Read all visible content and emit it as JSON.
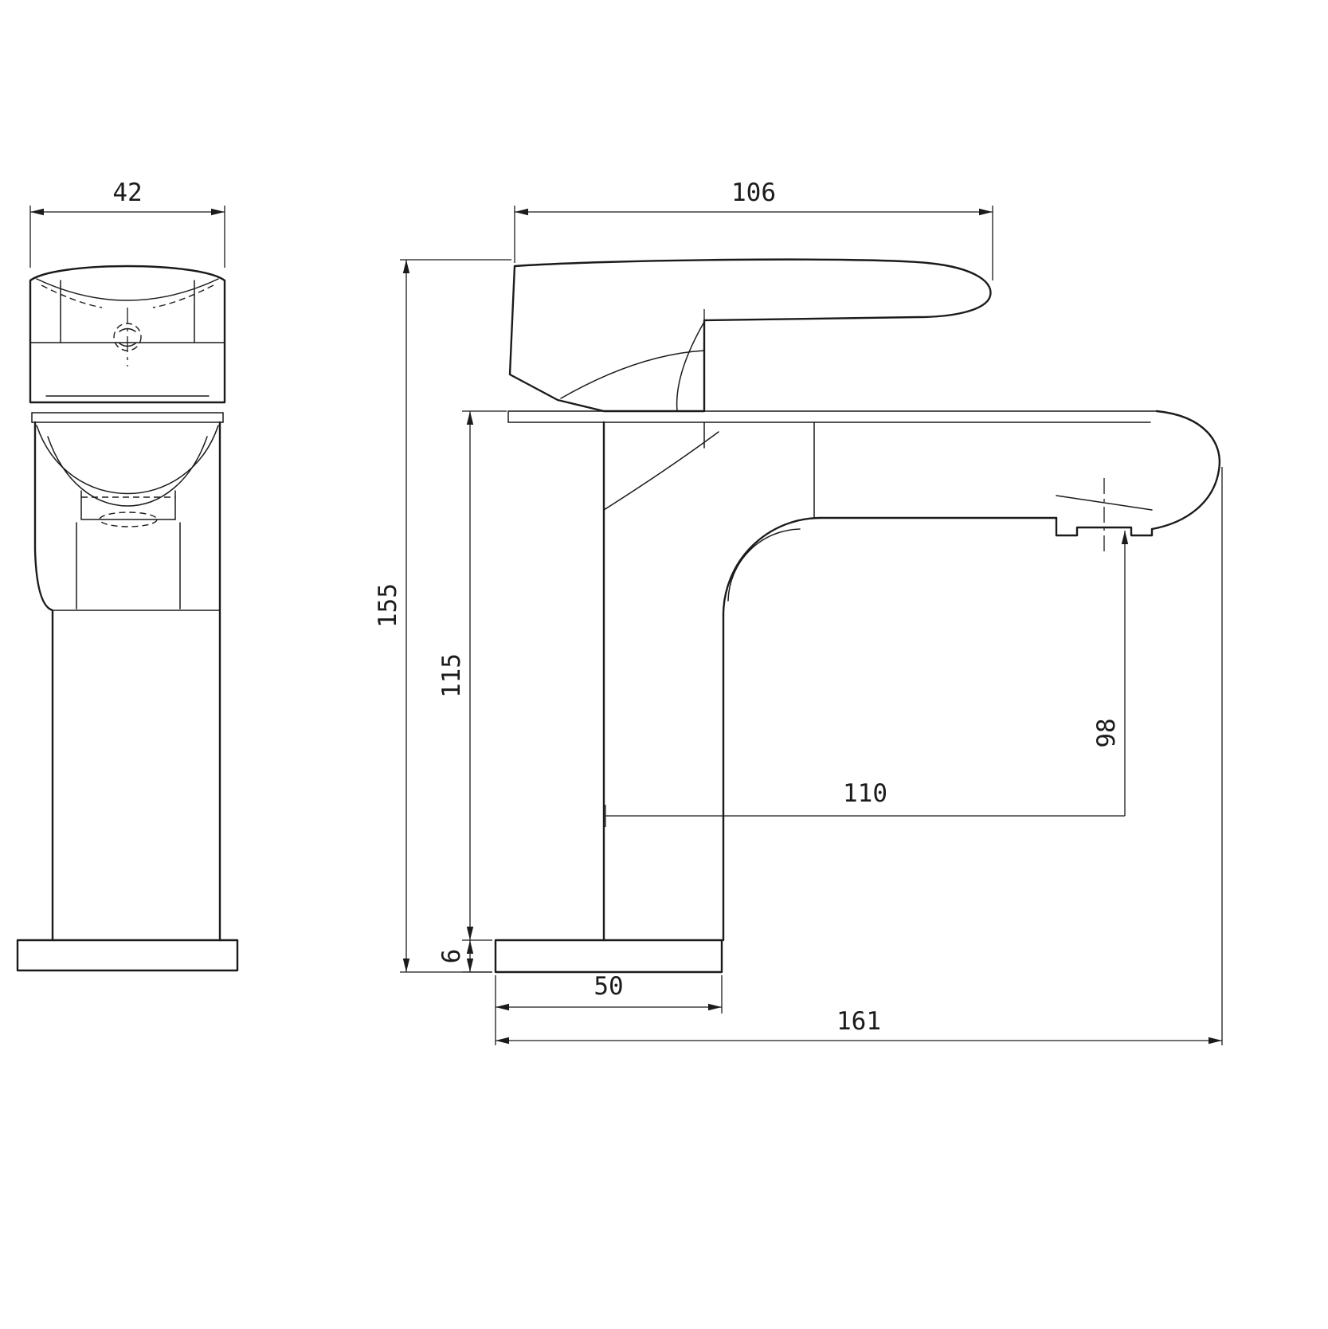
{
  "page": {
    "background_color": "#ffffff",
    "line_color": "#1b1b1b"
  },
  "drawing": {
    "type": "technical-dimension-drawing",
    "views": {
      "front": "front-view",
      "side": "side-view"
    },
    "dimensions": {
      "front_width": "42",
      "top_reach": "106",
      "overall_height": "155",
      "body_height": "115",
      "outlet_height": "98",
      "spout_projection": "110",
      "base_thickness": "6",
      "base_depth": "50",
      "overall_depth": "161"
    }
  }
}
